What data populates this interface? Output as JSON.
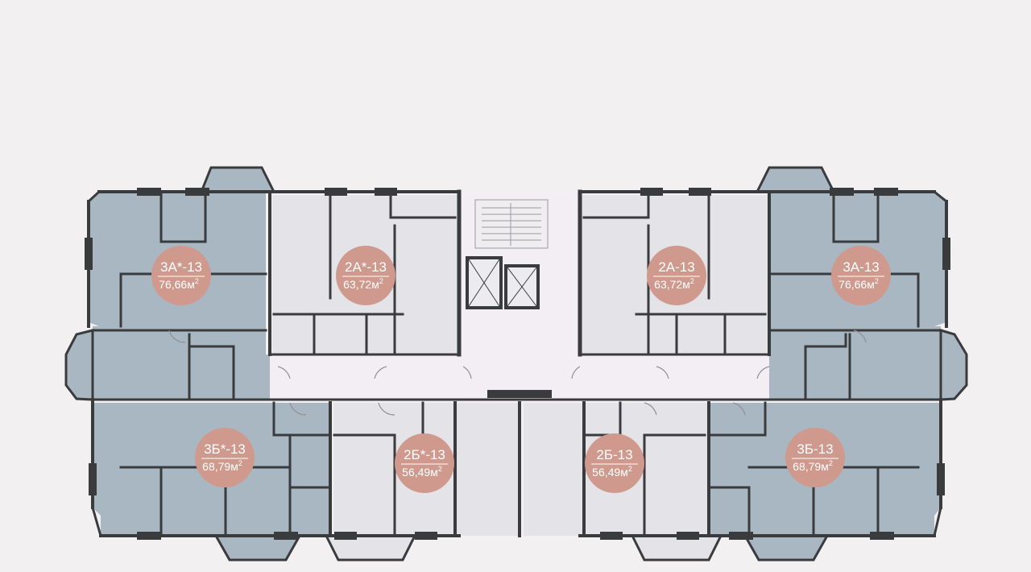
{
  "colors": {
    "background": "#f2f0f1",
    "side_apartment": "#a9b7c2",
    "inner_apartment": "#e4e3e8",
    "common_area": "#f3eef4",
    "wall": "#3a3b3d",
    "badge": "#cf9a8d",
    "badge_text": "#ffffff"
  },
  "area_unit": "м",
  "area_unit_power": "2",
  "apartments": [
    {
      "id": "apt-3a-star",
      "unit": "3А*-13",
      "area": "76,66"
    },
    {
      "id": "apt-2a-star",
      "unit": "2А*-13",
      "area": "63,72"
    },
    {
      "id": "apt-2a",
      "unit": "2А-13",
      "area": "63,72"
    },
    {
      "id": "apt-3a",
      "unit": "3А-13",
      "area": "76,66"
    },
    {
      "id": "apt-3b-star",
      "unit": "3Б*-13",
      "area": "68,79"
    },
    {
      "id": "apt-2b-star",
      "unit": "2Б*-13",
      "area": "56,49"
    },
    {
      "id": "apt-2b",
      "unit": "2Б-13",
      "area": "56,49"
    },
    {
      "id": "apt-3b",
      "unit": "3Б-13",
      "area": "68,79"
    }
  ]
}
